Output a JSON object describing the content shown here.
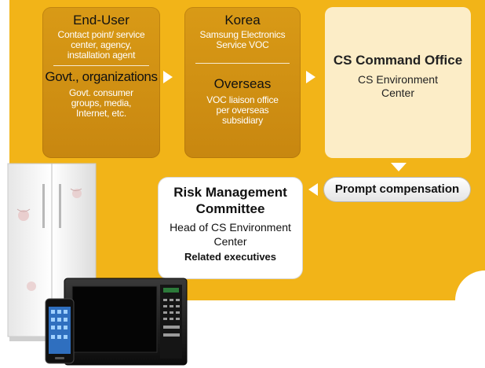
{
  "end_user": {
    "title": "End-User",
    "desc": "Contact point/ service center, agency, installation agent"
  },
  "govt": {
    "title": "Govt., organizations",
    "desc": "Govt. consumer groups, media, Internet, etc."
  },
  "korea": {
    "title": "Korea",
    "desc": "Samsung Electronics Service VOC"
  },
  "overseas": {
    "title": "Overseas",
    "desc": "VOC liaison office per overseas subsidiary"
  },
  "command": {
    "title": "CS Command Office",
    "desc": "CS Environment Center"
  },
  "prompt": {
    "label": "Prompt compensation"
  },
  "risk": {
    "title": "Risk Management Committee",
    "desc": "Head of CS Environment Center",
    "bold": "Related executives"
  },
  "colors": {
    "panel": "#f2b418",
    "box": "#cf9112",
    "command_bg": "#fcedc7"
  }
}
